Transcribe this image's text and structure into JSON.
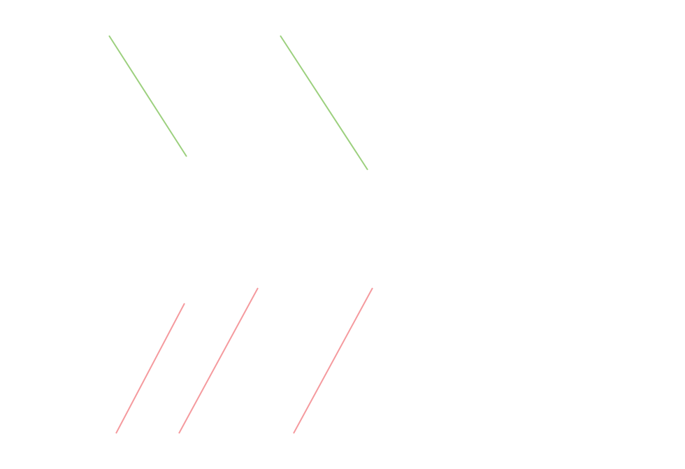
{
  "colors": {
    "background": "#ffffff",
    "green_stroke": "#9cd07e",
    "red_stroke": "#f59a9e"
  },
  "segments": [
    {
      "name": "green-line-1",
      "color_key": "green_stroke"
    },
    {
      "name": "green-line-2",
      "color_key": "green_stroke"
    },
    {
      "name": "red-line-1",
      "color_key": "red_stroke"
    },
    {
      "name": "red-line-2",
      "color_key": "red_stroke"
    },
    {
      "name": "red-line-3",
      "color_key": "red_stroke"
    }
  ]
}
